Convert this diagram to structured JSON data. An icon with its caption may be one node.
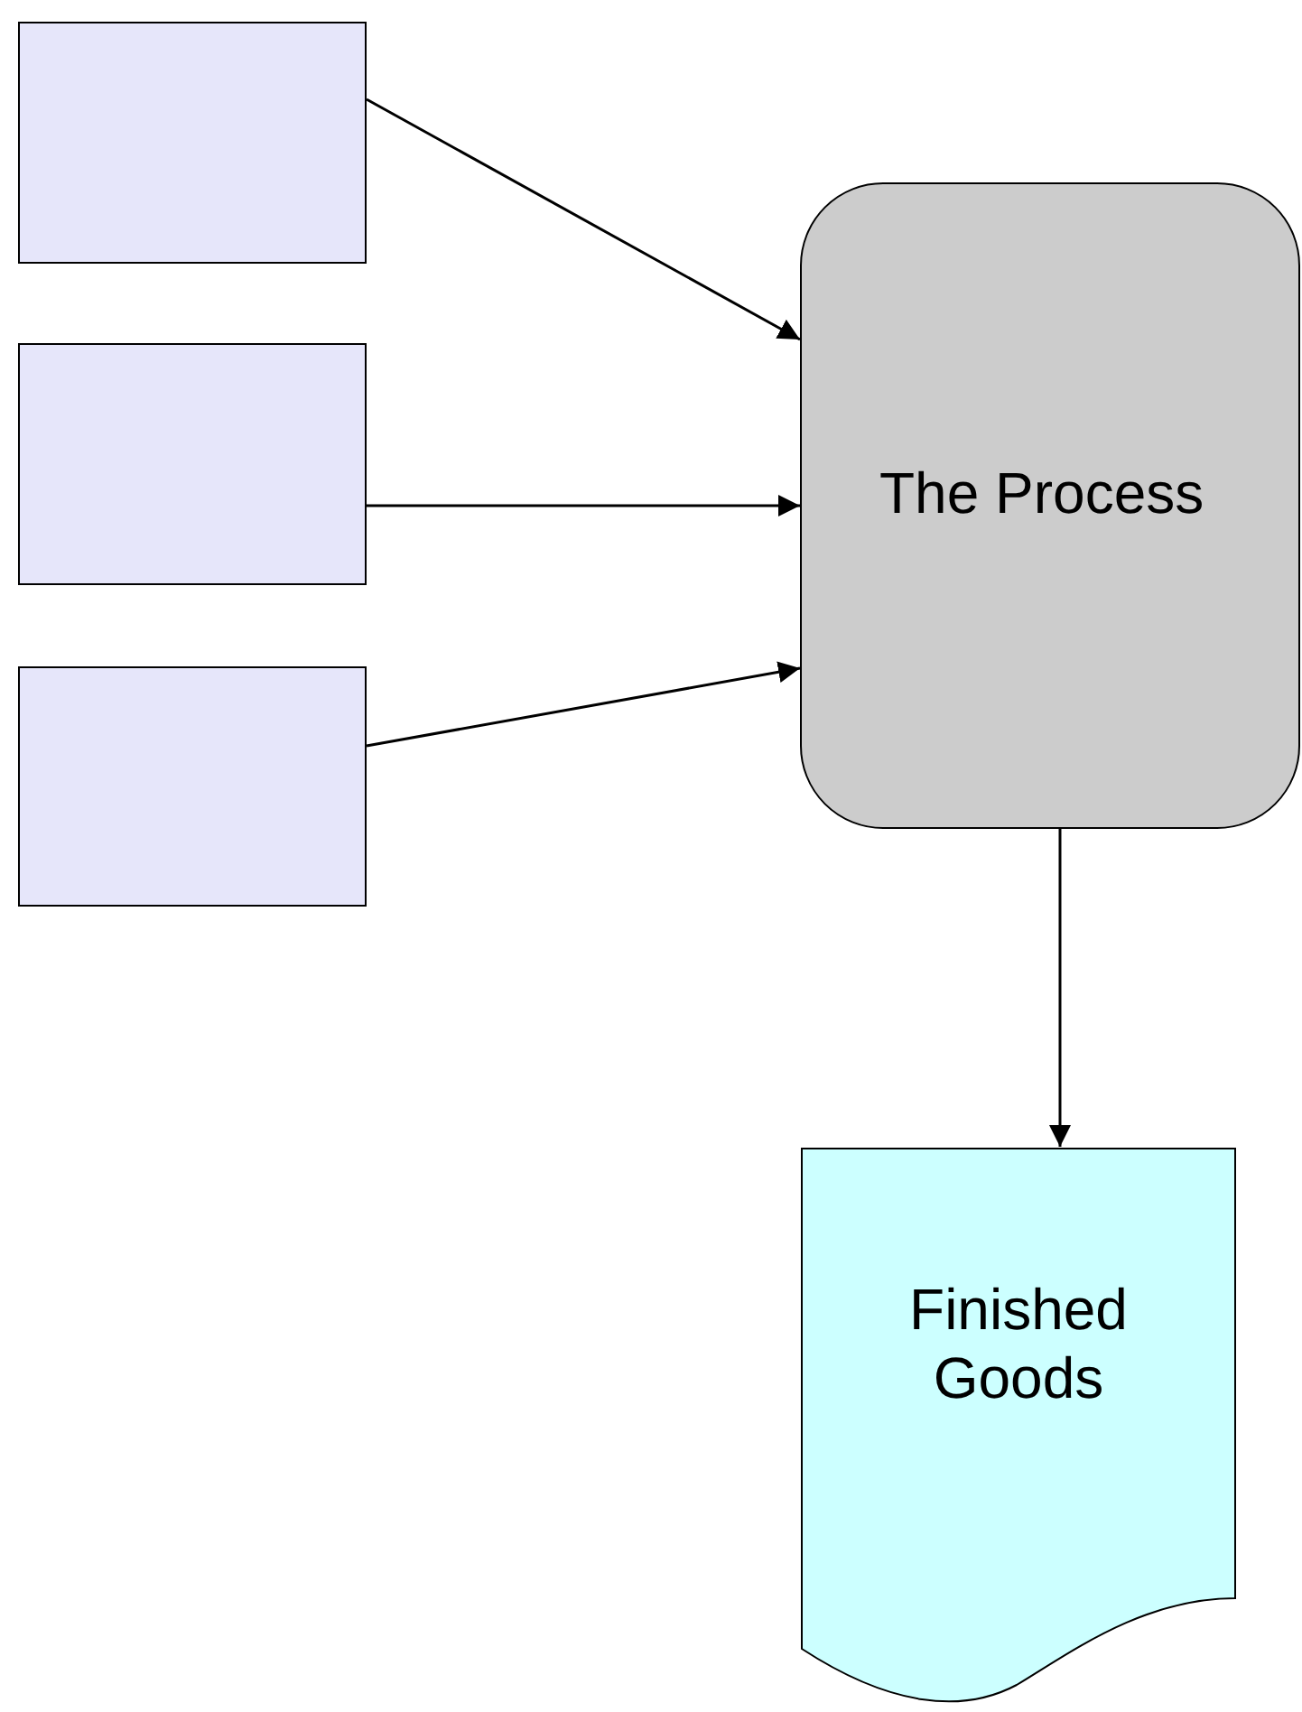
{
  "diagram": {
    "nodes": [
      {
        "text": [],
        "shape": "box"
      },
      {
        "text": [],
        "shape": "box"
      },
      {
        "text": [],
        "shape": "box"
      },
      {
        "text": [
          "The Process"
        ]
      },
      {
        "text": [
          "Finished Goods"
        ]
      }
    ],
    "edges": [
      {
        "from": 0,
        "to": 3,
        "arrow": "to"
      },
      {
        "from": 1,
        "to": 3,
        "arrow": "to"
      },
      {
        "from": 2,
        "to": 3,
        "arrow": "to"
      },
      {
        "from": 3,
        "to": 4,
        "arrow": "to"
      }
    ]
  }
}
